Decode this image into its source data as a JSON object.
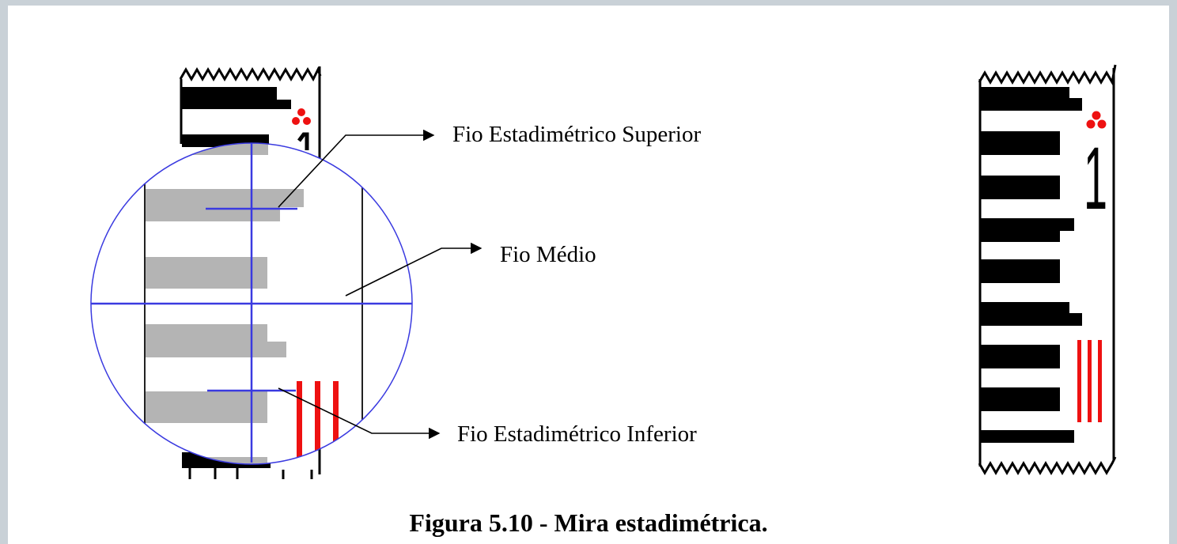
{
  "labels": {
    "upper_wire": "Fio Estadimétrico Superior",
    "middle_wire": "Fio Médio",
    "lower_wire": "Fio Estadimétrico Inferior"
  },
  "staff_number": "1",
  "caption": "Figura 5.10 - Mira estadimétrica.",
  "colors": {
    "reticle": "#3a3ae0",
    "graduation_gray": "#b4b4b4",
    "graduation_black": "#000000",
    "marker_red": "#ee1111",
    "background": "#c9d1d7",
    "page": "#ffffff"
  },
  "icons": [
    "leveling-staff-icon",
    "telescope-view-icon",
    "arrow-icon"
  ]
}
